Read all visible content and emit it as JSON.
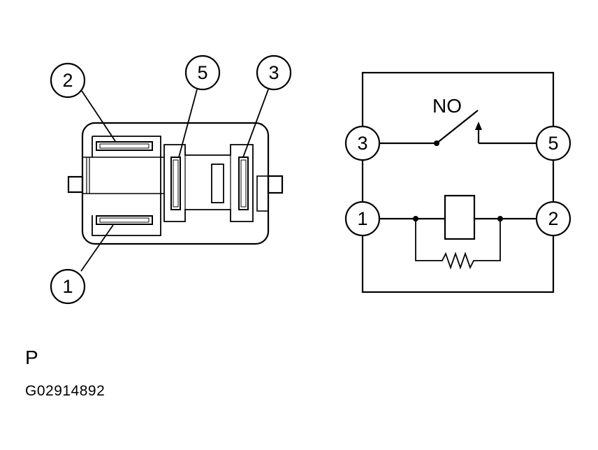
{
  "connector_view": {
    "callouts": {
      "pin2": "2",
      "pin5": "5",
      "pin3": "3",
      "pin1": "1"
    }
  },
  "schematic": {
    "switch_label": "NO",
    "terminals": {
      "t3": "3",
      "t5": "5",
      "t1": "1",
      "t2": "2"
    }
  },
  "caption": {
    "view_letter": "P",
    "figure_code": "G02914892"
  }
}
